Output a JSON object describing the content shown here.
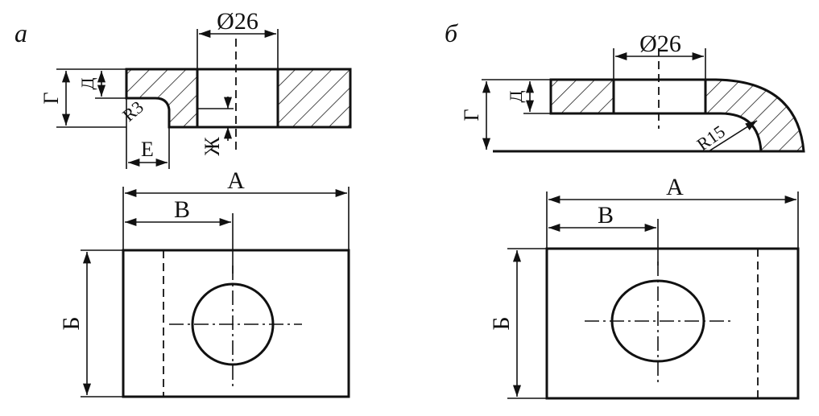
{
  "views": {
    "a": {
      "label": "а",
      "diameter": "Ø26",
      "dims": {
        "A": "А",
        "B": "Б",
        "V": "В",
        "G": "Г",
        "D": "Д",
        "E": "Е",
        "Zh": "Ж"
      },
      "radius": "R3"
    },
    "b": {
      "label": "б",
      "diameter": "Ø26",
      "dims": {
        "A": "А",
        "B": "Б",
        "V": "В",
        "G": "Г",
        "D": "Д"
      },
      "radius": "R15"
    }
  }
}
